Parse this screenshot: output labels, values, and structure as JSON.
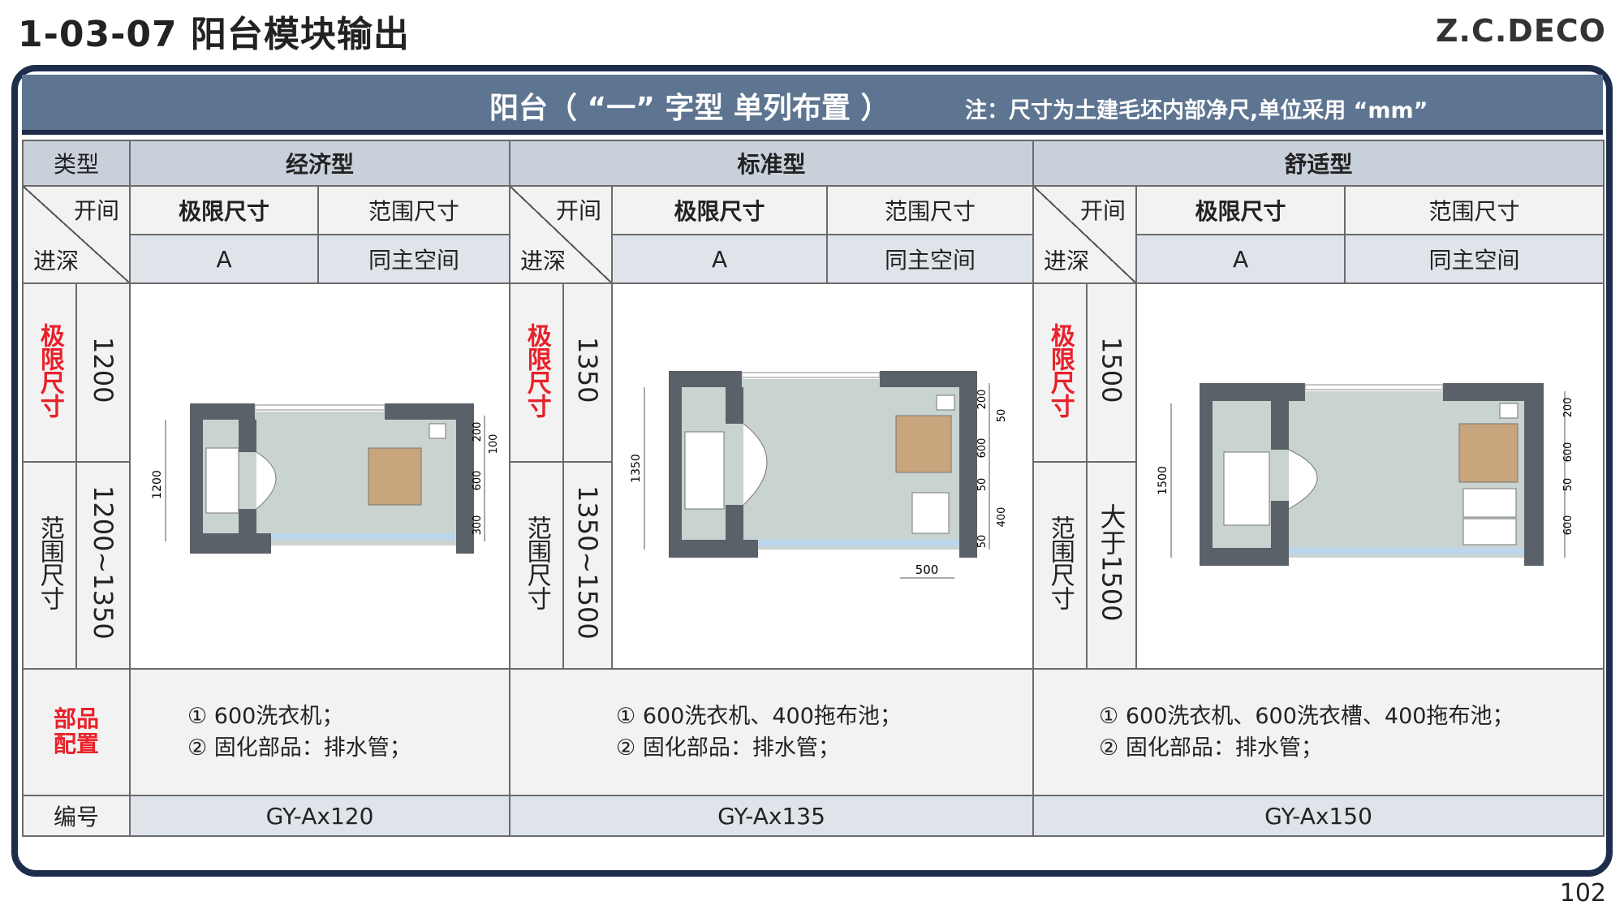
{
  "page": {
    "title": "1-03-07 阳台模块输出",
    "brand": "Z.C.DECO",
    "page_number": "102"
  },
  "header": {
    "title": "阳台（ “一” 字型 单列布置 ）",
    "note": "注：尺寸为土建毛坯内部净尺,单位采用 “mm”"
  },
  "table": {
    "type_label": "类型",
    "kaijian_label": "开间",
    "jinshen_label": "进深",
    "limit_label": "极限尺寸",
    "range_label": "范围尺寸",
    "parts_label": "部品配置",
    "code_label": "编号",
    "columns": [
      {
        "name": "经济型",
        "limit_width": "A",
        "range_width": "同主空间",
        "limit_depth": "1200",
        "range_depth": "1200~1350",
        "parts": [
          "① 600洗衣机；",
          "② 固化部品：排水管；"
        ],
        "code": "GY-Ax120",
        "plan": {
          "depth": "1200",
          "dims": [
            "200",
            "600",
            "300",
            "100"
          ]
        }
      },
      {
        "name": "标准型",
        "limit_width": "A",
        "range_width": "同主空间",
        "limit_depth": "1350",
        "range_depth": "1350~1500",
        "parts": [
          "① 600洗衣机、400拖布池；",
          "② 固化部品：排水管；"
        ],
        "code": "GY-Ax135",
        "plan": {
          "depth": "1350",
          "dims": [
            "200",
            "600",
            "50",
            "50",
            "400",
            "50",
            "500"
          ]
        }
      },
      {
        "name": "舒适型",
        "limit_width": "A",
        "range_width": "同主空间",
        "limit_depth": "1500",
        "range_depth": "大于1500",
        "parts": [
          "① 600洗衣机、600洗衣槽、400拖布池；",
          "② 固化部品：排水管；"
        ],
        "code": "GY-Ax150",
        "plan": {
          "depth": "1500",
          "dims": [
            "200",
            "600",
            "50",
            "600"
          ]
        }
      }
    ]
  },
  "colors": {
    "header_bg": "#5e7591",
    "frame": "#1e2d4c",
    "accent_red": "#e8212a",
    "wall": "#5a6168",
    "floor": "#c9d3cf"
  }
}
